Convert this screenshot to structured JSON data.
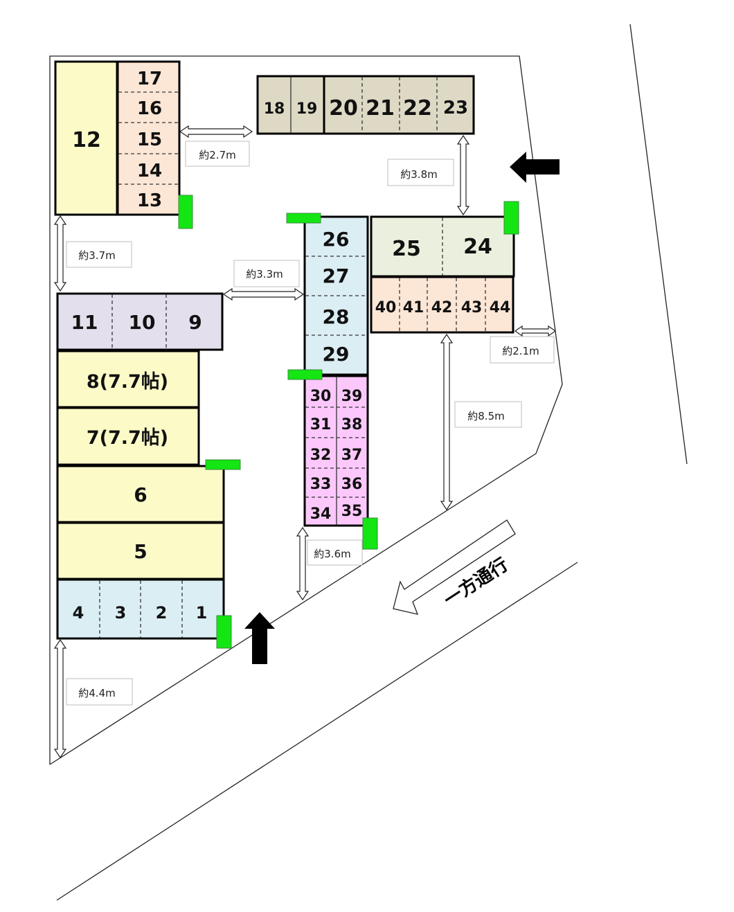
{
  "colors": {
    "yellow": "#fcfbc8",
    "peach": "#fce6d5",
    "taupe": "#ddd9c4",
    "lightblue": "#dbeef4",
    "sage": "#ebf0de",
    "lavender": "#e4dfec",
    "pink": "#fcc8fc",
    "meter": "#14e614",
    "arrow": "#000000"
  },
  "units": {
    "u1": "1",
    "u2": "2",
    "u3": "3",
    "u4": "4",
    "u5": "5",
    "u6": "6",
    "u7": "7(7.7帖)",
    "u8": "8(7.7帖)",
    "u9": "9",
    "u10": "10",
    "u11": "11",
    "u12": "12",
    "u13": "13",
    "u14": "14",
    "u15": "15",
    "u16": "16",
    "u17": "17",
    "u18": "18",
    "u19": "19",
    "u20": "20",
    "u21": "21",
    "u22": "22",
    "u23": "23",
    "u24": "24",
    "u25": "25",
    "u26": "26",
    "u27": "27",
    "u28": "28",
    "u29": "29",
    "u30": "30",
    "u31": "31",
    "u32": "32",
    "u33": "33",
    "u34": "34",
    "u35": "35",
    "u36": "36",
    "u37": "37",
    "u38": "38",
    "u39": "39",
    "u40": "40",
    "u41": "41",
    "u42": "42",
    "u43": "43",
    "u44": "44"
  },
  "dimensions": {
    "d27": "約2.7m",
    "d38": "約3.8m",
    "d37": "約3.7m",
    "d33": "約3.3m",
    "d21": "約2.1m",
    "d85": "約8.5m",
    "d36": "約3.6m",
    "d44": "約4.4m"
  },
  "road": {
    "one_way_label": "一方通行"
  }
}
